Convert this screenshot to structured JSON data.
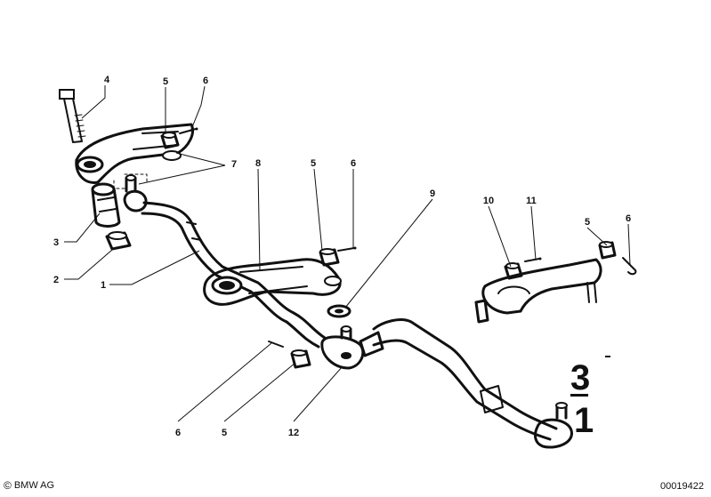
{
  "callouts": [
    {
      "id": "c4",
      "label": "4"
    },
    {
      "id": "c5a",
      "label": "5"
    },
    {
      "id": "c6a",
      "label": "6"
    },
    {
      "id": "c7",
      "label": "7"
    },
    {
      "id": "c8",
      "label": "8"
    },
    {
      "id": "c5b",
      "label": "5"
    },
    {
      "id": "c6b",
      "label": "6"
    },
    {
      "id": "c9",
      "label": "9"
    },
    {
      "id": "c10",
      "label": "10"
    },
    {
      "id": "c11",
      "label": "11"
    },
    {
      "id": "c5c",
      "label": "5"
    },
    {
      "id": "c6c",
      "label": "6"
    },
    {
      "id": "c3",
      "label": "3"
    },
    {
      "id": "c2",
      "label": "2"
    },
    {
      "id": "c1",
      "label": "1"
    },
    {
      "id": "c6d",
      "label": "6"
    },
    {
      "id": "c5d",
      "label": "5"
    },
    {
      "id": "c12",
      "label": "12"
    }
  ],
  "group_marker": {
    "top": "3",
    "bottom": "1"
  },
  "footer": {
    "copyright_symbol": "©",
    "copyright": "BMW AG",
    "image_id": "00019422"
  }
}
